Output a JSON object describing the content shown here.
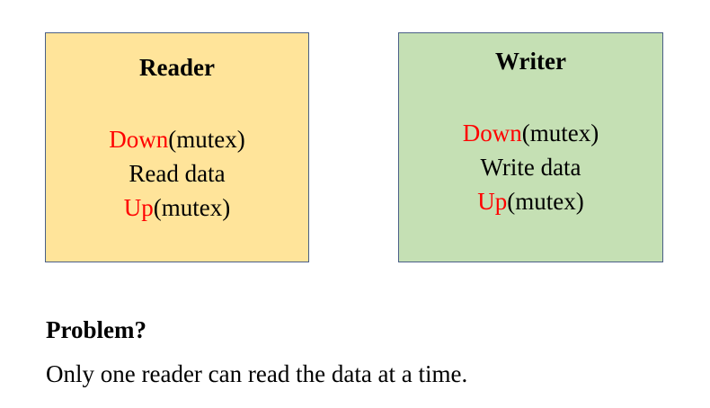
{
  "reader": {
    "title": "Reader",
    "line1_keyword": "Down",
    "line1_rest": "(mutex)",
    "line2": "Read data",
    "line3_keyword": "Up",
    "line3_rest": "(mutex)"
  },
  "writer": {
    "title": "Writer",
    "line1_keyword": "Down",
    "line1_rest": "(mutex)",
    "line2": "Write data",
    "line3_keyword": "Up",
    "line3_rest": "(mutex)"
  },
  "problem": {
    "heading": "Problem?",
    "text": "Only one reader can read the data at a time."
  },
  "colors": {
    "reader_fill": "#ffe49a",
    "writer_fill": "#c5e0b4",
    "border": "#4a5f86",
    "keyword": "#ff0000"
  }
}
